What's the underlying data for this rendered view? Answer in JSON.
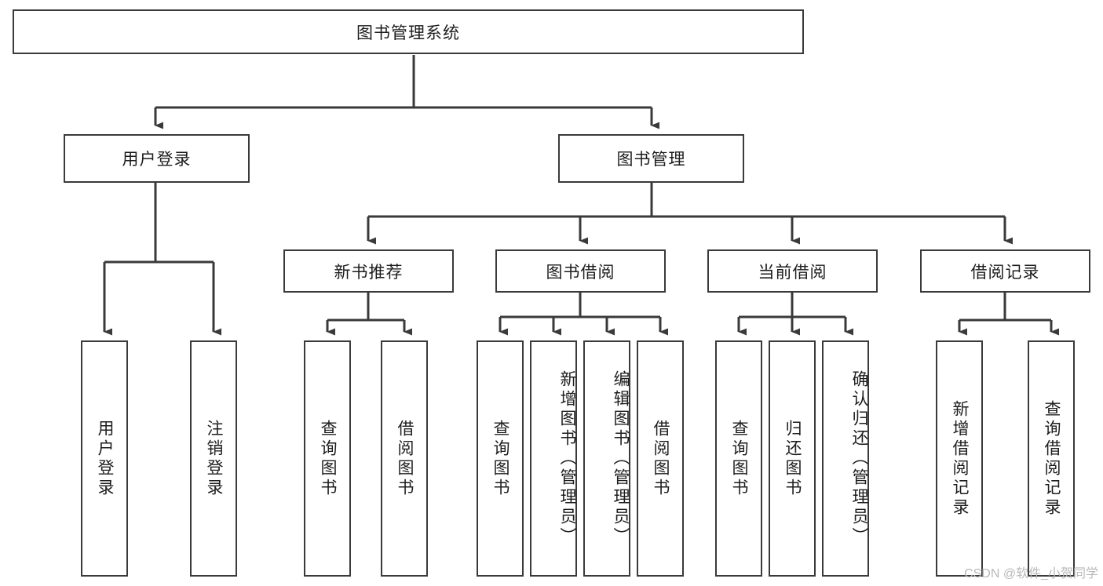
{
  "diagram": {
    "title": "图书管理系统",
    "watermark": "CSDN @软件_小贺同学",
    "line_color": "#3a3a3a",
    "box_fill": "#ffffff",
    "text_color": "#1d1d1d",
    "watermark_color": "#b9b9b9",
    "type": "tree",
    "root": {
      "label": "图书管理系统"
    },
    "level2": [
      {
        "label": "用户登录"
      },
      {
        "label": "图书管理"
      }
    ],
    "level3": [
      {
        "label": "新书推荐"
      },
      {
        "label": "图书借阅"
      },
      {
        "label": "当前借阅"
      },
      {
        "label": "借阅记录"
      }
    ],
    "leaves": [
      {
        "label": "用户登录",
        "parent": "用户登录"
      },
      {
        "label": "注销登录",
        "parent": "用户登录"
      },
      {
        "label": "查询图书",
        "parent": "新书推荐"
      },
      {
        "label": "借阅图书",
        "parent": "新书推荐"
      },
      {
        "label": "查询图书",
        "parent": "图书借阅"
      },
      {
        "label": "新增图书（管理员）",
        "parent": "图书借阅"
      },
      {
        "label": "编辑图书（管理员）",
        "parent": "图书借阅"
      },
      {
        "label": "借阅图书",
        "parent": "图书借阅"
      },
      {
        "label": "查询图书",
        "parent": "当前借阅"
      },
      {
        "label": "归还图书",
        "parent": "当前借阅"
      },
      {
        "label": "确认归还（管理员）",
        "parent": "当前借阅"
      },
      {
        "label": "新增借阅记录",
        "parent": "借阅记录"
      },
      {
        "label": "查询借阅记录",
        "parent": "借阅记录"
      }
    ]
  }
}
